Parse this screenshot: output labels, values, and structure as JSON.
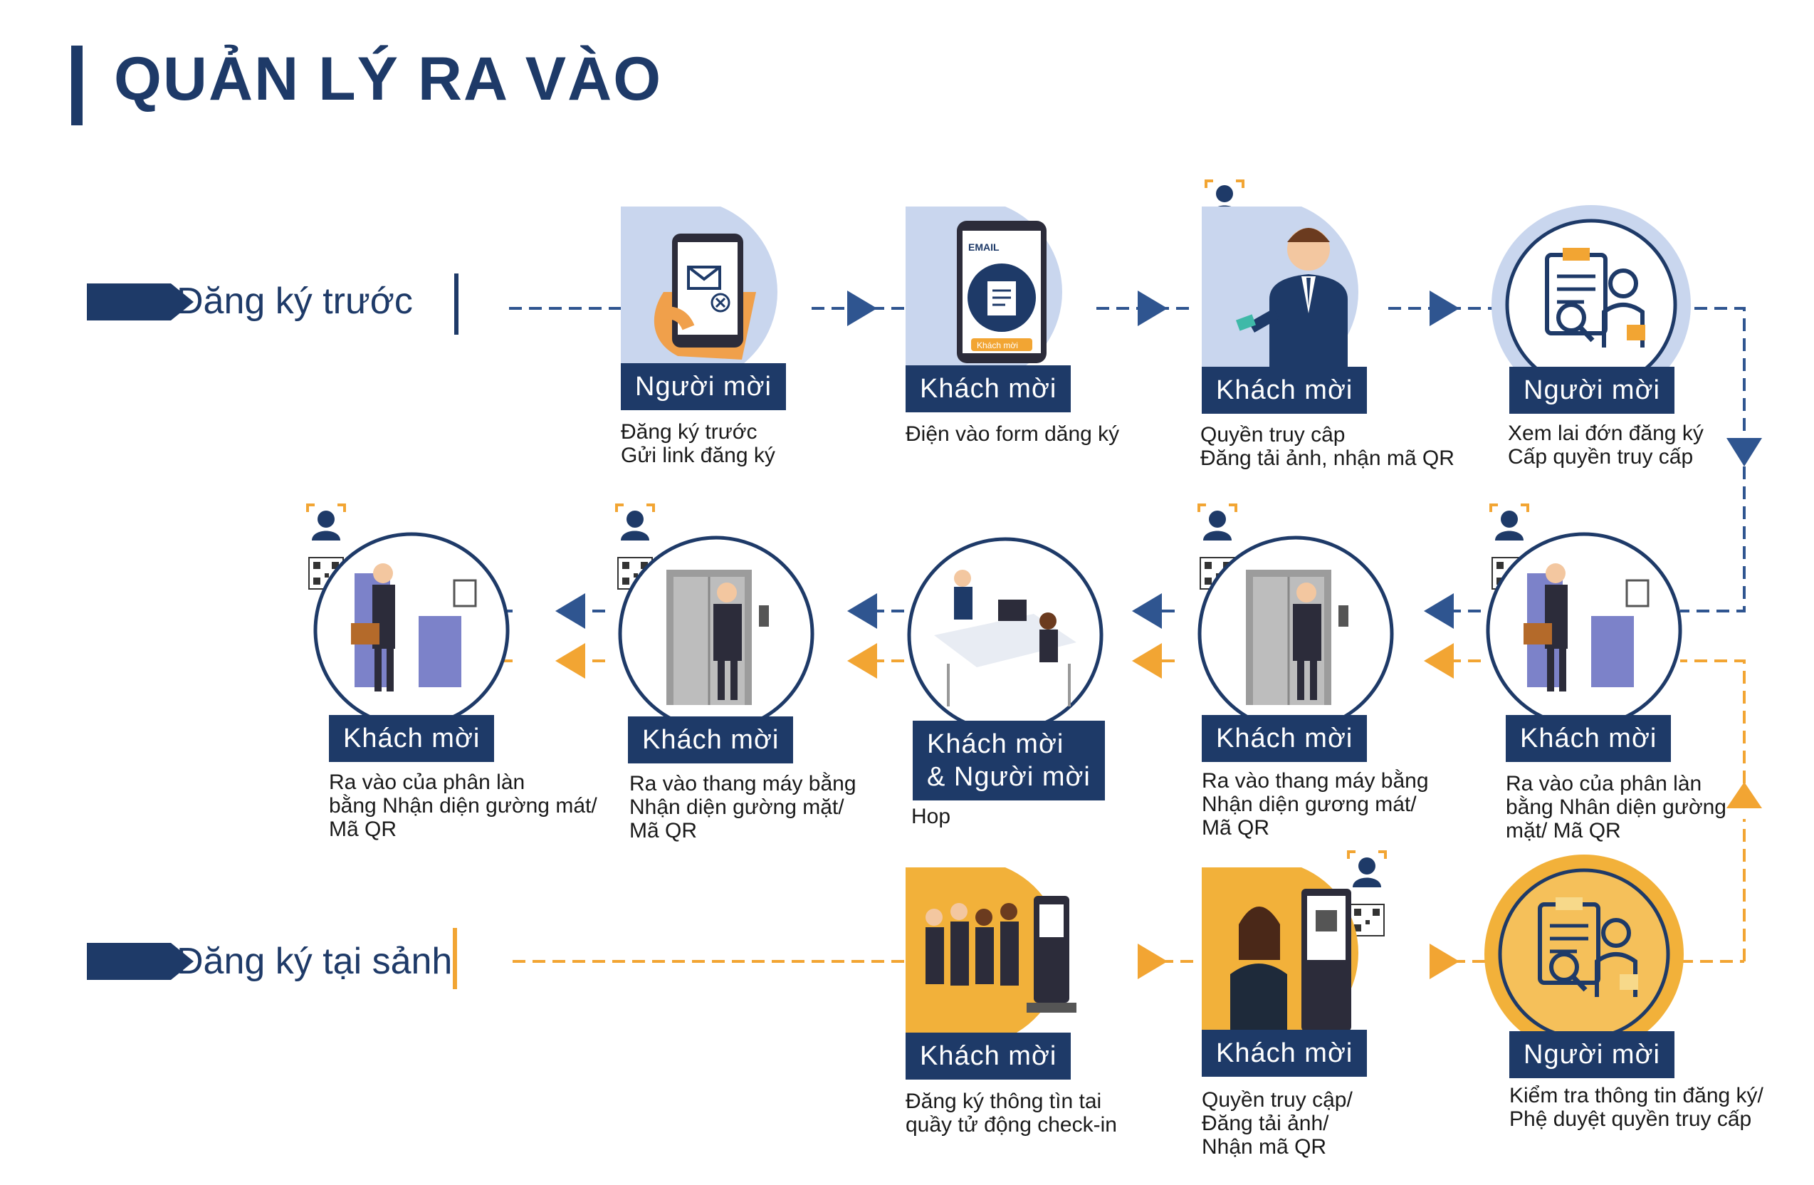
{
  "title": "QUẢN LÝ RA VÀO",
  "colors": {
    "navy": "#1e3a68",
    "orange": "#f2a533",
    "light_blue": "#c9d6ee",
    "dash_blue": "#2f5590",
    "dash_orange": "#f2a533"
  },
  "rows": {
    "pre": {
      "label": "Đăng ký trước"
    },
    "lobby": {
      "label": "Đăng ký tại sảnh"
    }
  },
  "steps": {
    "pre_1": {
      "actor": "Người mời",
      "lines": [
        "Đăng ký trước",
        "Gửi link đăng ký"
      ],
      "icon": "phone-mail-icon"
    },
    "pre_2": {
      "actor": "Khách mời",
      "lines": [
        "Điện vào form dăng ký"
      ],
      "icon": "phone-form-icon",
      "screen_text": "EMAIL",
      "screen_button": "Khách mời"
    },
    "pre_3": {
      "actor": "Khách mời",
      "lines": [
        "Quyền truy câp",
        "Đăng tải ảnh, nhận mã QR"
      ],
      "icon": "businessman-phone-icon"
    },
    "pre_4": {
      "actor": "Người mời",
      "lines": [
        "Xem lai đớn đăng ký",
        "Cấp quyền truy cấp"
      ],
      "icon": "review-document-icon"
    },
    "mid_5": {
      "actor": "Khách mời",
      "lines": [
        "Ra vào của phân làn",
        "bằng Nhân diện gường",
        "mặt/ Mã QR"
      ],
      "icon": "turnstile-icon"
    },
    "mid_4": {
      "actor": "Khách mời",
      "lines": [
        "Ra vào thang máy bằng",
        "Nhận diện gương mát/",
        "Mã QR"
      ],
      "icon": "elevator-icon"
    },
    "mid_3": {
      "actor_lines": [
        "Khách mời",
        "& Người mời"
      ],
      "lines": [
        "Hop"
      ],
      "icon": "meeting-icon"
    },
    "mid_2": {
      "actor": "Khách mời",
      "lines": [
        "Ra vào thang máy bằng",
        "Nhận diện gường mặt/",
        "Mã QR"
      ],
      "icon": "elevator-icon"
    },
    "mid_1": {
      "actor": "Khách mời",
      "lines": [
        "Ra vào của phân làn",
        "bằng Nhận diện gường mát/",
        "Mã QR"
      ],
      "icon": "turnstile-icon"
    },
    "lob_1": {
      "actor": "Khách mời",
      "lines": [
        "Đăng ký thông tìn tai",
        "quầy tử động check-in"
      ],
      "icon": "kiosk-group-icon"
    },
    "lob_2": {
      "actor": "Khách mời",
      "lines": [
        "Quyền truy cập/",
        "Đăng tải ảnh/",
        "Nhận mã QR"
      ],
      "icon": "kiosk-woman-icon"
    },
    "lob_3": {
      "actor": "Người mời",
      "lines": [
        "Kiểm tra thông tin đăng ký/",
        "Phệ duyệt quyền truy cấp"
      ],
      "icon": "review-document-icon"
    }
  }
}
